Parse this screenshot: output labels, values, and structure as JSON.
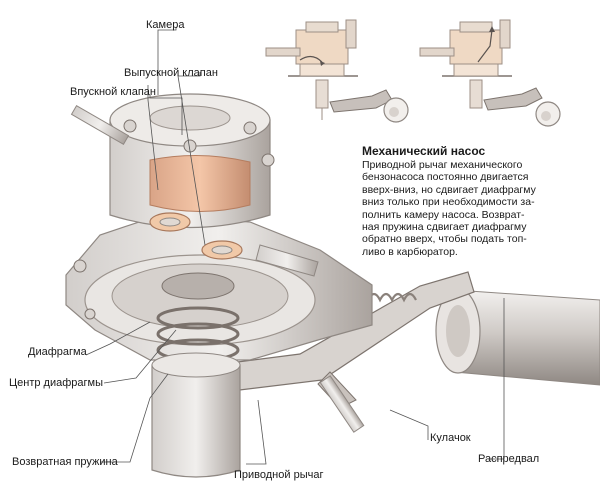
{
  "labels": {
    "chamber": "Камера",
    "outlet_valve": "Выпускной клапан",
    "inlet_valve": "Впускной клапан",
    "diaphragm": "Диафрагма",
    "diaphragm_center": "Центр диафрагмы",
    "return_spring": "Возвратная пружина",
    "drive_lever": "Приводной рычаг",
    "cam": "Кулачок",
    "camshaft": "Распредвал"
  },
  "description": {
    "title": "Механический насос",
    "lines": [
      "Приводной рычаг механического",
      "бензонасоса постоянно двигается",
      "вверх-вниз, но сдвигает диафрагму",
      "вниз только при необходимости за-",
      "полнить камеру насоса. Возврат-",
      "ная пружина сдвигает диафрагму",
      "обратно вверх, чтобы подать топ-",
      "ливо в карбюратор."
    ]
  },
  "colors": {
    "leader_line": "#555555",
    "metal_light": "#e4e2e0",
    "metal_mid": "#bdb8b4",
    "metal_dark": "#8e8782",
    "chamber_accent": "#e9a77f",
    "fuel_line": "#f0c9a2"
  }
}
